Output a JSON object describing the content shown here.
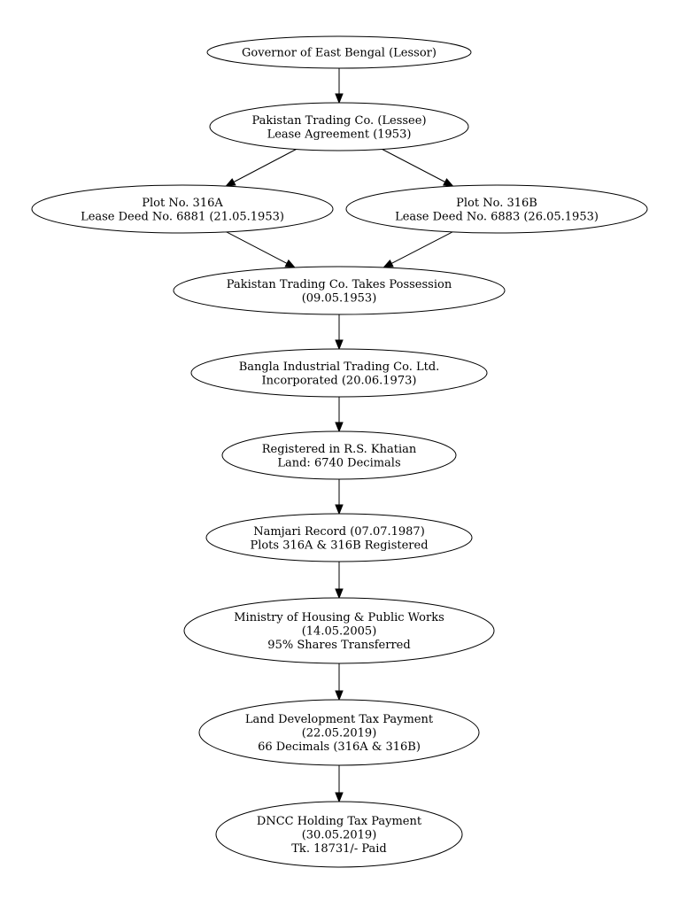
{
  "diagram": {
    "nodes": [
      {
        "id": "lessor",
        "lines": [
          "Governor of East Bengal (Lessor)"
        ]
      },
      {
        "id": "lessee",
        "lines": [
          "Pakistan Trading Co. (Lessee)",
          "Lease Agreement (1953)"
        ]
      },
      {
        "id": "plot316a",
        "lines": [
          "Plot No. 316A",
          "Lease Deed No. 6881 (21.05.1953)"
        ]
      },
      {
        "id": "plot316b",
        "lines": [
          "Plot No. 316B",
          "Lease Deed No. 6883 (26.05.1953)"
        ]
      },
      {
        "id": "possession",
        "lines": [
          "Pakistan Trading Co. Takes Possession",
          "(09.05.1953)"
        ]
      },
      {
        "id": "bangla",
        "lines": [
          "Bangla Industrial Trading Co. Ltd.",
          "Incorporated (20.06.1973)"
        ]
      },
      {
        "id": "khatian",
        "lines": [
          "Registered in R.S. Khatian",
          "Land: 6740 Decimals"
        ]
      },
      {
        "id": "namjari",
        "lines": [
          "Namjari Record (07.07.1987)",
          "Plots 316A & 316B Registered"
        ]
      },
      {
        "id": "ministry",
        "lines": [
          "Ministry of Housing & Public Works",
          "(14.05.2005)",
          "95% Shares Transferred"
        ]
      },
      {
        "id": "landtax",
        "lines": [
          "Land Development Tax Payment",
          "(22.05.2019)",
          "66 Decimals (316A & 316B)"
        ]
      },
      {
        "id": "holdingtax",
        "lines": [
          "DNCC Holding Tax Payment",
          "(30.05.2019)",
          "Tk. 18731/- Paid"
        ]
      }
    ],
    "edges": [
      {
        "from": "lessor",
        "to": "lessee"
      },
      {
        "from": "lessee",
        "to": "plot316a"
      },
      {
        "from": "lessee",
        "to": "plot316b"
      },
      {
        "from": "plot316a",
        "to": "possession"
      },
      {
        "from": "plot316b",
        "to": "possession"
      },
      {
        "from": "possession",
        "to": "bangla"
      },
      {
        "from": "bangla",
        "to": "khatian"
      },
      {
        "from": "khatian",
        "to": "namjari"
      },
      {
        "from": "namjari",
        "to": "ministry"
      },
      {
        "from": "ministry",
        "to": "landtax"
      },
      {
        "from": "landtax",
        "to": "holdingtax"
      }
    ]
  }
}
